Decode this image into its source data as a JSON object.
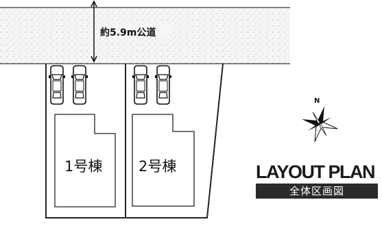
{
  "road": {
    "label": "約5.9m公道"
  },
  "buildings": [
    {
      "label": "1号棟"
    },
    {
      "label": "2号棟"
    }
  ],
  "compass": {
    "north_label": "N"
  },
  "title": {
    "main": "LAYOUT PLAN",
    "sub": "全体区画図"
  },
  "icons": [
    "car-icon",
    "compass-rose-icon",
    "dimension-arrow-icon"
  ]
}
